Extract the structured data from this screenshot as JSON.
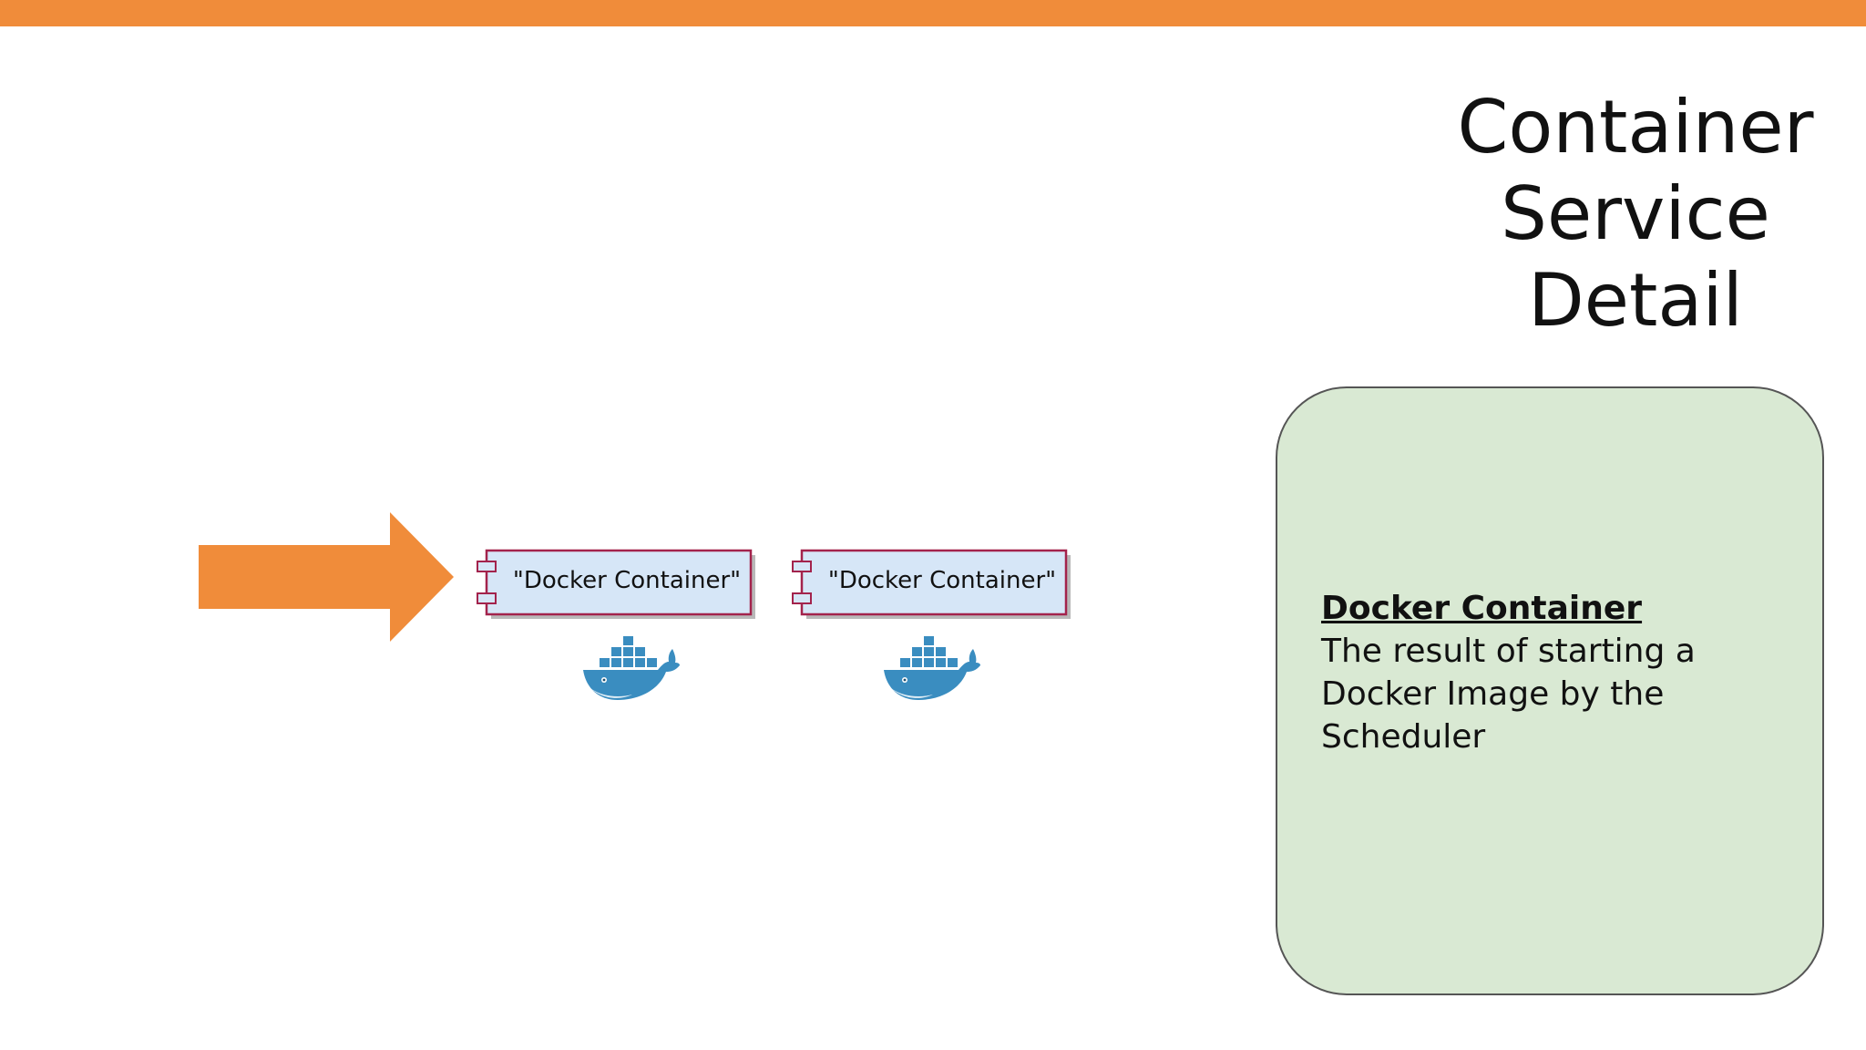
{
  "colors": {
    "accent_orange": "#F08C3A",
    "component_fill": "#D6E6F7",
    "component_border": "#A3234C",
    "docker_blue": "#3A8DC0",
    "info_box_fill": "#D9E9D3",
    "info_box_border": "#555555"
  },
  "slide": {
    "title_lines": [
      "Container",
      "Service",
      "Detail"
    ]
  },
  "diagram": {
    "arrow_icon": "right-arrow-icon",
    "components": [
      {
        "label": "\"Docker Container\"",
        "icon": "docker-whale-icon"
      },
      {
        "label": "\"Docker Container\"",
        "icon": "docker-whale-icon"
      }
    ]
  },
  "info_box": {
    "heading": "Docker Container",
    "body": "The result of starting a Docker Image by the Scheduler"
  }
}
